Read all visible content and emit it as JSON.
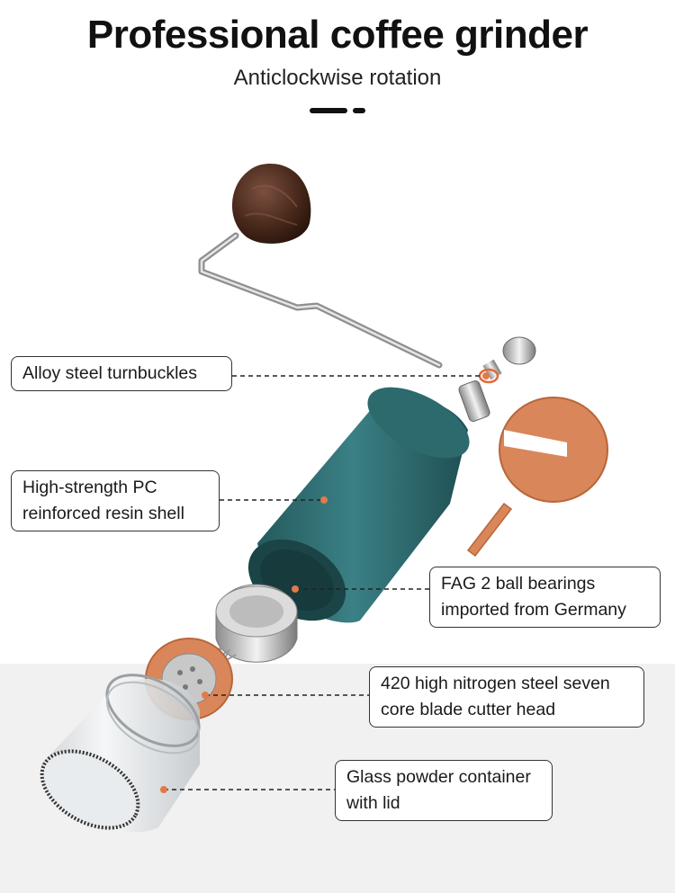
{
  "header": {
    "title": "Professional coffee grinder",
    "subtitle": "Anticlockwise rotation"
  },
  "callouts": [
    {
      "lines": [
        "Alloy steel turnbuckles"
      ]
    },
    {
      "lines": [
        "High-strength PC",
        "reinforced resin shell"
      ]
    },
    {
      "lines": [
        "FAG 2 ball bearings",
        "imported from Germany"
      ]
    },
    {
      "lines": [
        "420 high nitrogen steel seven",
        "core blade cutter head"
      ]
    },
    {
      "lines": [
        "Glass powder container",
        "with lid"
      ]
    }
  ],
  "colors": {
    "shell": "#2f6f72",
    "accent_orange": "#d9875a",
    "knob": "#4a2a1c",
    "dot": "#e07a4a"
  }
}
